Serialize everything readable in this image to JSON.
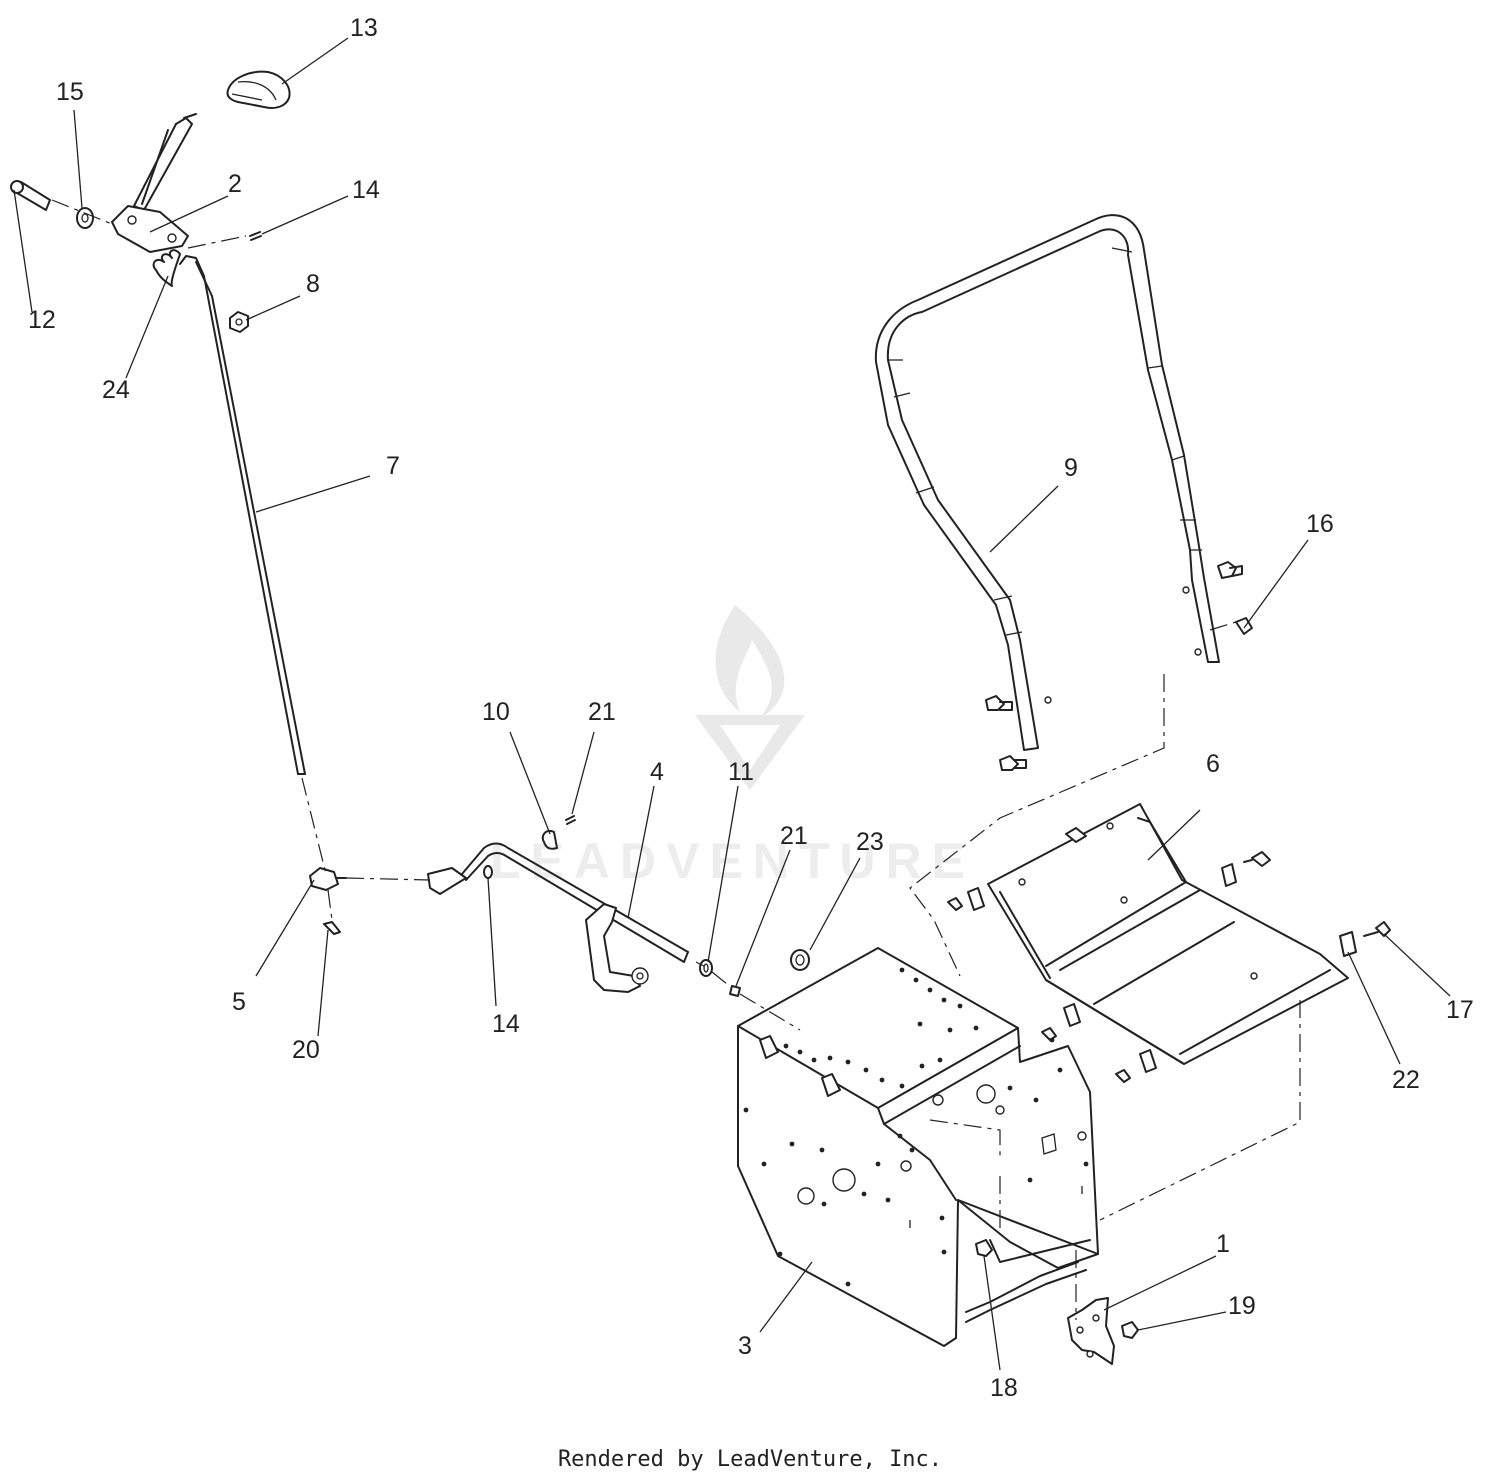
{
  "callouts": {
    "c1": "1",
    "c2": "2",
    "c3": "3",
    "c4": "4",
    "c5": "5",
    "c6": "6",
    "c7": "7",
    "c8": "8",
    "c9": "9",
    "c10": "10",
    "c11": "11",
    "c12": "12",
    "c13": "13",
    "c14a": "14",
    "c14b": "14",
    "c15": "15",
    "c16": "16",
    "c17": "17",
    "c18": "18",
    "c19": "19",
    "c20": "20",
    "c21a": "21",
    "c21b": "21",
    "c22": "22",
    "c23": "23",
    "c24": "24"
  },
  "watermark": {
    "brand": "LEADVENTURE"
  },
  "footer": {
    "text": "Rendered by LeadVenture, Inc."
  }
}
